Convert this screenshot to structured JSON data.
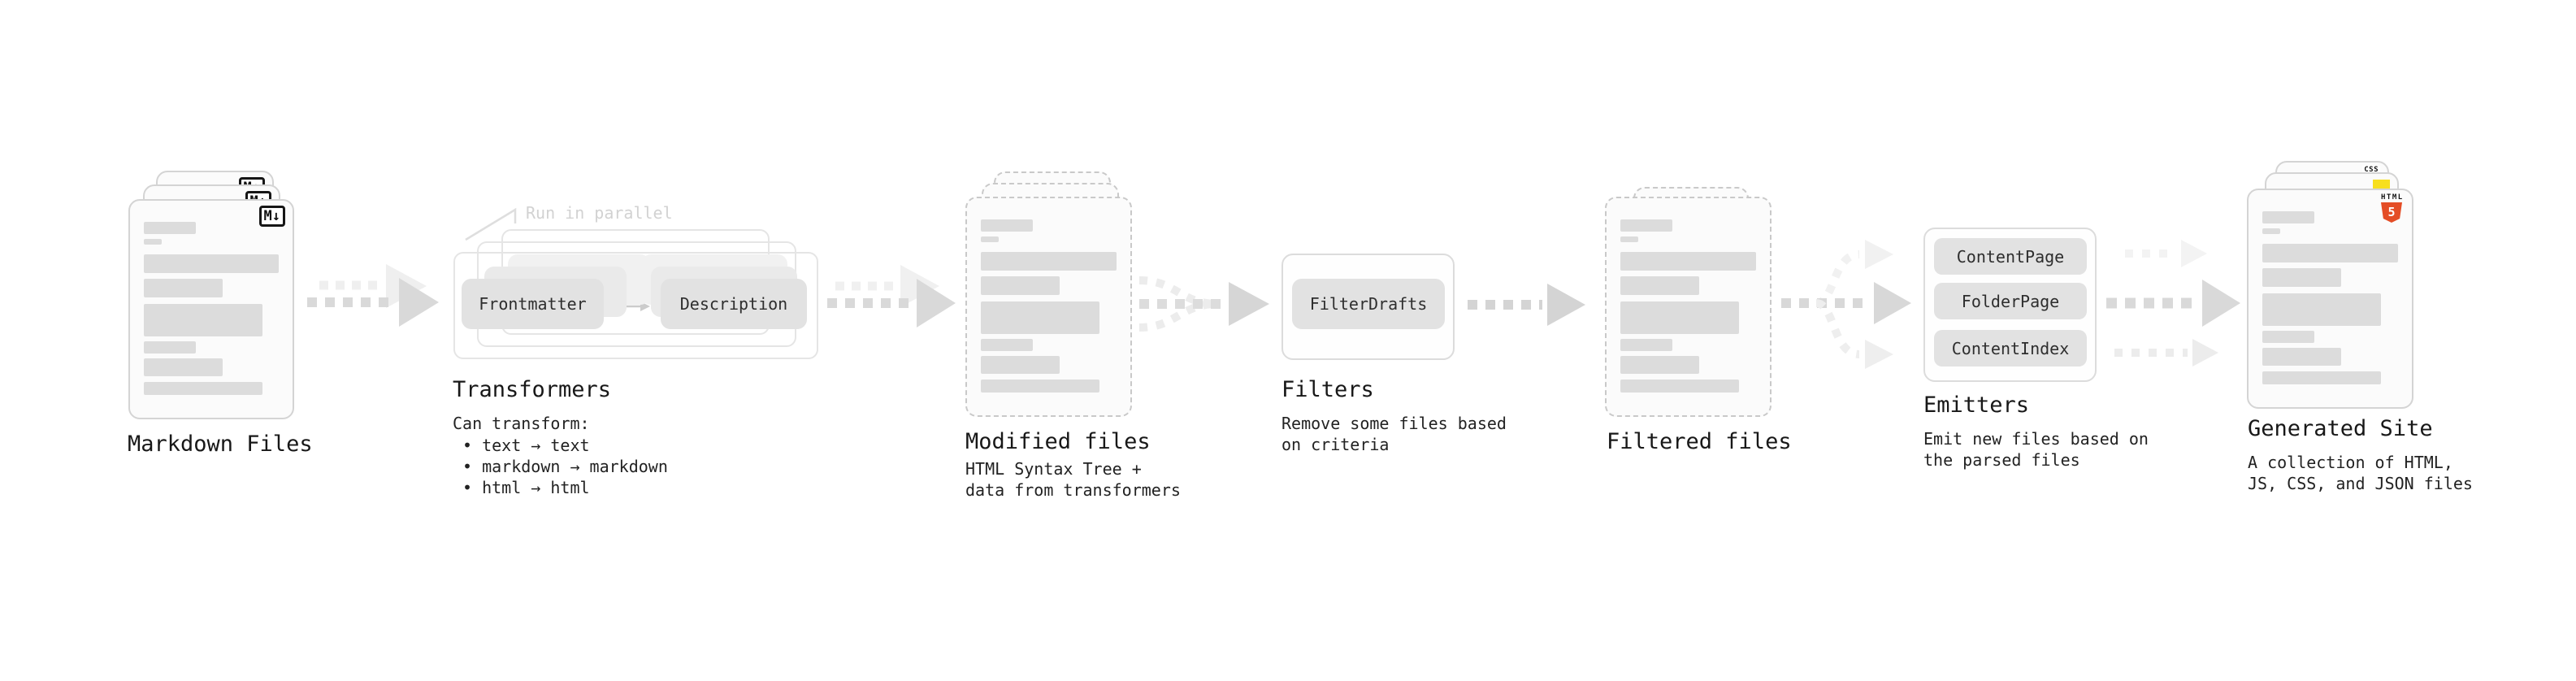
{
  "diagram": {
    "stage_markdown": {
      "title": "Markdown Files",
      "file_icon": "M↓"
    },
    "stage_transformers": {
      "title": "Transformers",
      "annotation": "Run in parallel",
      "transformer_1": "Frontmatter",
      "transformer_2": "Description",
      "note_heading": "Can transform:",
      "note_items": [
        "• text → text",
        "• markdown → markdown",
        "• html → html"
      ]
    },
    "stage_modified": {
      "title": "Modified files",
      "note": "HTML Syntax Tree +\ndata from transformers"
    },
    "stage_filters": {
      "title": "Filters",
      "filter_1": "FilterDrafts",
      "note": "Remove some files based\non criteria"
    },
    "stage_filtered": {
      "title": "Filtered files"
    },
    "stage_emitters": {
      "title": "Emitters",
      "emitter_1": "ContentPage",
      "emitter_2": "FolderPage",
      "emitter_3": "ContentIndex",
      "note": "Emit new files based on\nthe parsed files"
    },
    "stage_generated": {
      "title": "Generated Site",
      "note": "A collection of HTML,\nJS, CSS, and JSON files",
      "html5_icon_word": "HTML",
      "html5_icon_number": "5",
      "css_icon_label": "CSS"
    },
    "colors": {
      "html5_orange": "#e44d26",
      "js_yellow": "#f7df1e",
      "css_blue": "#2965f1"
    }
  }
}
